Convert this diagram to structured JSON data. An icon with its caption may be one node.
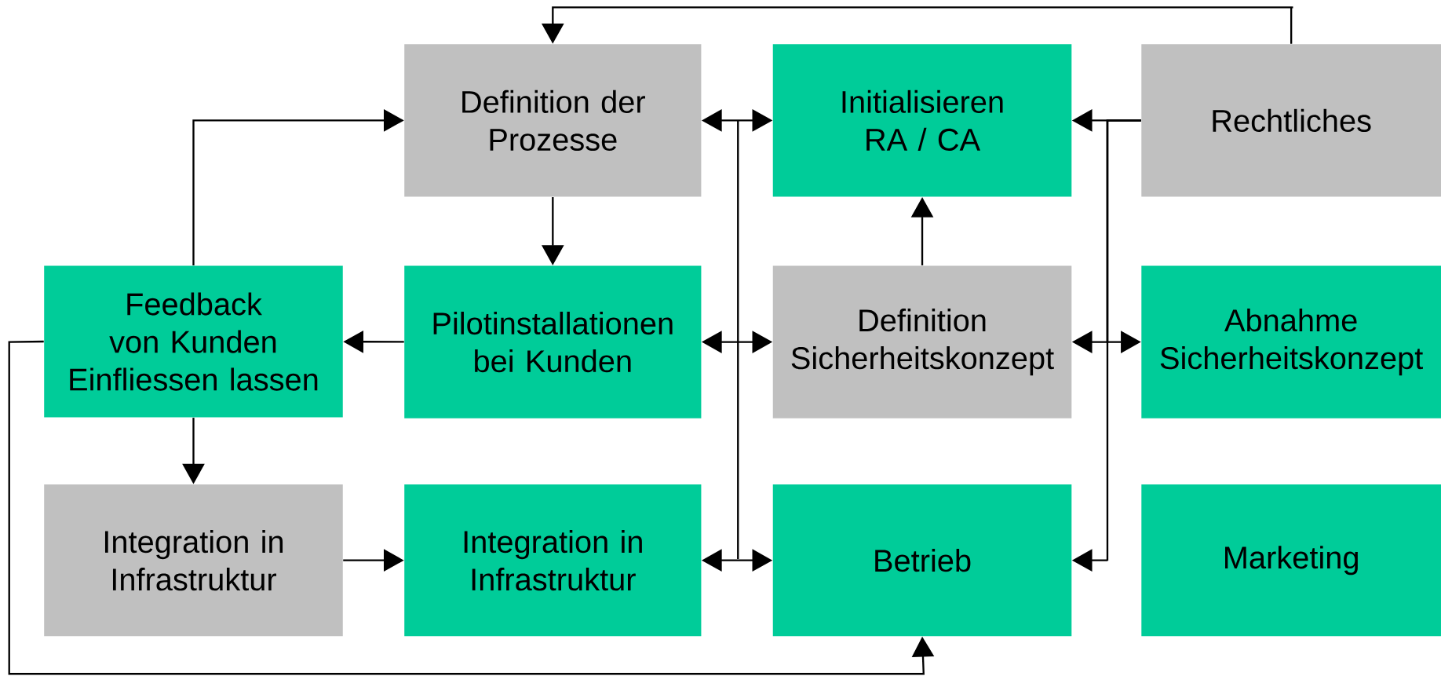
{
  "diagram": {
    "nodes": [
      {
        "text": [
          "Definition der Prozesse"
        ]
      },
      {
        "text": [
          "Initialisieren RA / CA"
        ]
      },
      {
        "text": [
          "Rechtliches"
        ]
      },
      {
        "text": [
          "Feedback von Kunden Einfliessen lassen"
        ]
      },
      {
        "text": [
          "Pilotinstallationen bei Kunden"
        ]
      },
      {
        "text": [
          "Definition Sicherheitskonzept"
        ]
      },
      {
        "text": [
          "Abnahme Sicherheitskonzept"
        ]
      },
      {
        "text": [
          "Integration in Infrastruktur"
        ]
      },
      {
        "text": [
          "Integration in Infrastruktur"
        ]
      },
      {
        "text": [
          "Betrieb"
        ]
      },
      {
        "text": [
          "Marketing"
        ]
      }
    ],
    "edges": [
      {
        "from": 2,
        "to": 0,
        "arrow": "to"
      },
      {
        "from": 3,
        "to": 0,
        "arrow": "to"
      },
      {
        "from": 0,
        "to": 4,
        "arrow": "to"
      },
      {
        "from": 4,
        "to": 3,
        "arrow": "to"
      },
      {
        "from": 3,
        "to": 7,
        "arrow": "to"
      },
      {
        "from": 7,
        "to": 8,
        "arrow": "to"
      },
      {
        "from": 3,
        "to": 9,
        "arrow": "to"
      },
      {
        "from": 5,
        "to": 1,
        "arrow": "to"
      },
      {
        "from": 0,
        "to": 1,
        "arrow": "both"
      },
      {
        "from": 4,
        "to": 5,
        "arrow": "both"
      },
      {
        "from": 8,
        "to": 9,
        "arrow": "both"
      },
      {
        "from": 2,
        "to": 1,
        "arrow": "to"
      },
      {
        "from": 2,
        "to": 5,
        "arrow": "to"
      },
      {
        "from": 2,
        "to": 6,
        "arrow": "to"
      },
      {
        "from": 2,
        "to": 9,
        "arrow": "to"
      }
    ]
  }
}
